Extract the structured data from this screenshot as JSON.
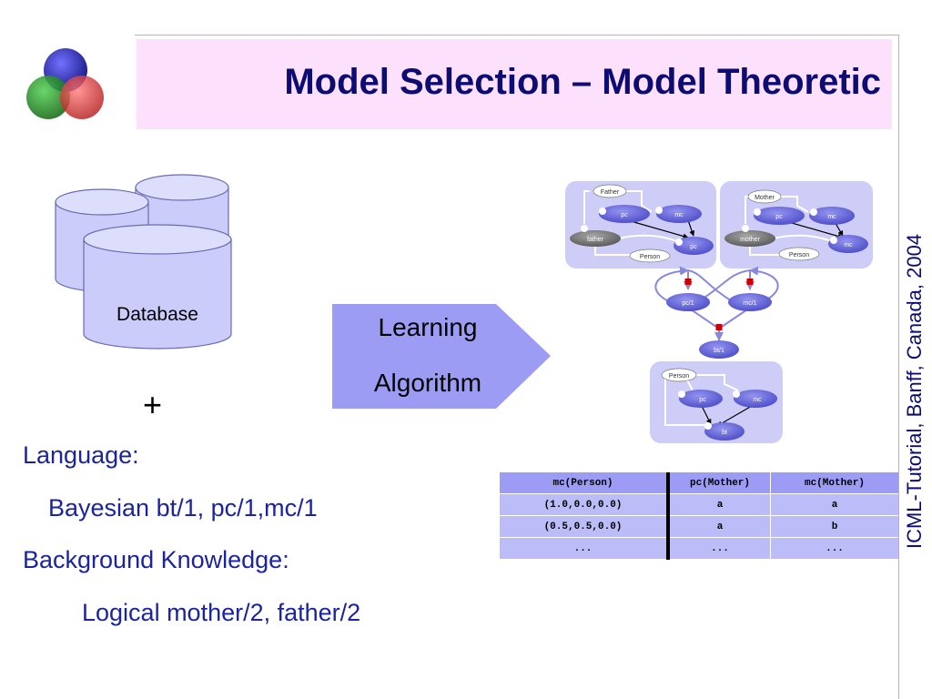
{
  "slide": {
    "title": "Model Selection – Model Theoretic",
    "side_caption": "ICML-Tutorial, Banff, Canada, 2004"
  },
  "diagram": {
    "database_label": "Database",
    "plus": "+",
    "algorithm_line1": "Learning",
    "algorithm_line2": "Algorithm"
  },
  "text_block": [
    "Language:",
    "Bayesian bt/1, pc/1,mc/1",
    "Background Knowledge:",
    "Logical mother/2, father/2"
  ],
  "network": {
    "father_box": {
      "header": "Father",
      "pc": "pc",
      "mc": "mc",
      "fn": "father",
      "child_pc": "pc",
      "person": "Person"
    },
    "mother_box": {
      "header": "Mother",
      "pc": "pc",
      "mc": "mc",
      "fn": "mother",
      "child_mc": "mc",
      "person": "Person"
    },
    "mid": {
      "pc1": "pc/1",
      "mc1": "mc/1",
      "bt1": "bt/1"
    },
    "person_box": {
      "header": "Person",
      "pc": "pc",
      "mc": "mc",
      "bt": "bt"
    }
  },
  "cpd_table": {
    "headers": [
      "mc(Person)",
      "pc(Mother)",
      "mc(Mother)"
    ],
    "rows": [
      [
        "(1.0,0.0,0.0)",
        "a",
        "a"
      ],
      [
        "(0.5,0.5,0.0)",
        "a",
        "b"
      ],
      [
        "...",
        "...",
        "..."
      ]
    ]
  },
  "colors": {
    "title": "#0c0c72",
    "title_band": "#fde0fb",
    "body_text": "#1a24a0",
    "node_fill": "#6e6ee0",
    "box_fill": "#cdcdf7",
    "table_header": "#9c9cf5",
    "table_cell": "#bcbcf8",
    "aggregator": "#cc0000"
  }
}
